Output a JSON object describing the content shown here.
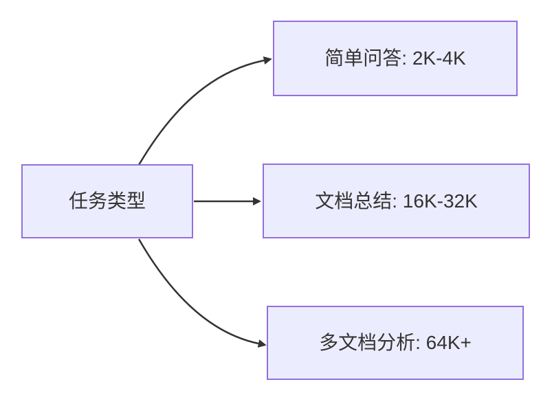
{
  "diagram": {
    "type": "flowchart",
    "direction": "left-to-right",
    "root": {
      "id": "task-type",
      "label": "任务类型"
    },
    "children": [
      {
        "id": "simple-qa",
        "label": "简单问答: 2K-4K"
      },
      {
        "id": "doc-summary",
        "label": "文档总结: 16K-32K"
      },
      {
        "id": "multi-doc",
        "label": "多文档分析: 64K+"
      }
    ],
    "edges": [
      {
        "from": "task-type",
        "to": "simple-qa"
      },
      {
        "from": "task-type",
        "to": "doc-summary"
      },
      {
        "from": "task-type",
        "to": "multi-doc"
      }
    ],
    "colors": {
      "node_fill": "#ECECFF",
      "node_border": "#9370DB",
      "text": "#333333",
      "arrow": "#333333",
      "background": "#ffffff"
    }
  }
}
